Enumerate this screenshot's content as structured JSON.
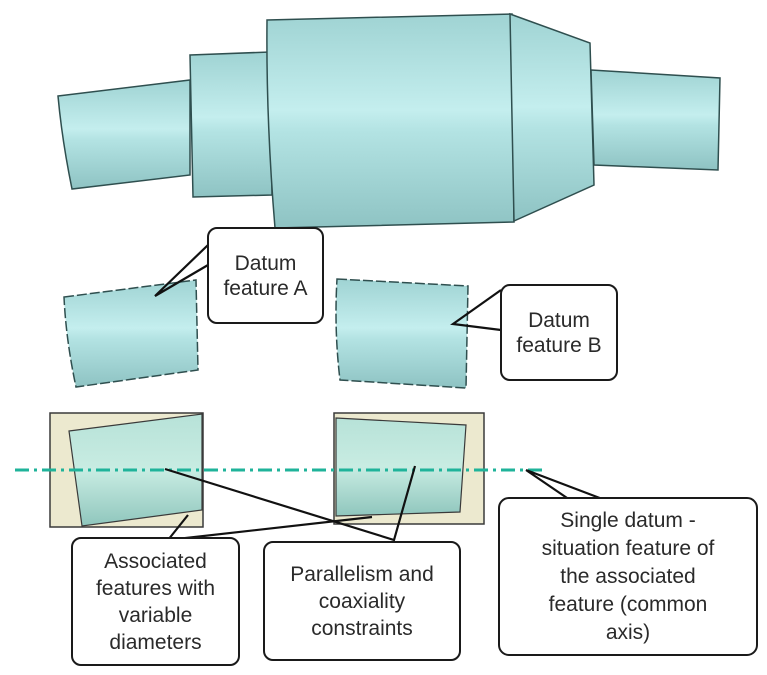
{
  "figure": {
    "title": "Common datum axis established from datum features A and B",
    "colors": {
      "part_fill": "#a9dede",
      "part_edge": "#2f4f4f",
      "associated_fill": "#ece9cf",
      "associated_inner": "#a7d8cf",
      "axis_line": "#1fb39a",
      "callout_border": "#1a1a1a",
      "leader_line": "#111111"
    },
    "parts": [
      {
        "name": "full-shaft",
        "description": "Stepped shaft with cone section"
      },
      {
        "name": "datum-feature-a-cylinder",
        "description": "Extracted cylinder A"
      },
      {
        "name": "datum-feature-b-cylinder",
        "description": "Extracted cylinder B"
      },
      {
        "name": "associated-feature-a",
        "description": "Associated cylinder on A"
      },
      {
        "name": "associated-feature-b",
        "description": "Associated cylinder on B"
      }
    ],
    "callouts": {
      "datum_a": "Datum\nfeature A",
      "datum_b": "Datum\nfeature B",
      "associated": "Associated\nfeatures with\nvariable\ndiameters",
      "constraints": "Parallelism and\ncoaxiality\nconstraints",
      "single_datum": "Single datum -\nsituation feature of\nthe associated\nfeature (common\naxis)"
    }
  }
}
